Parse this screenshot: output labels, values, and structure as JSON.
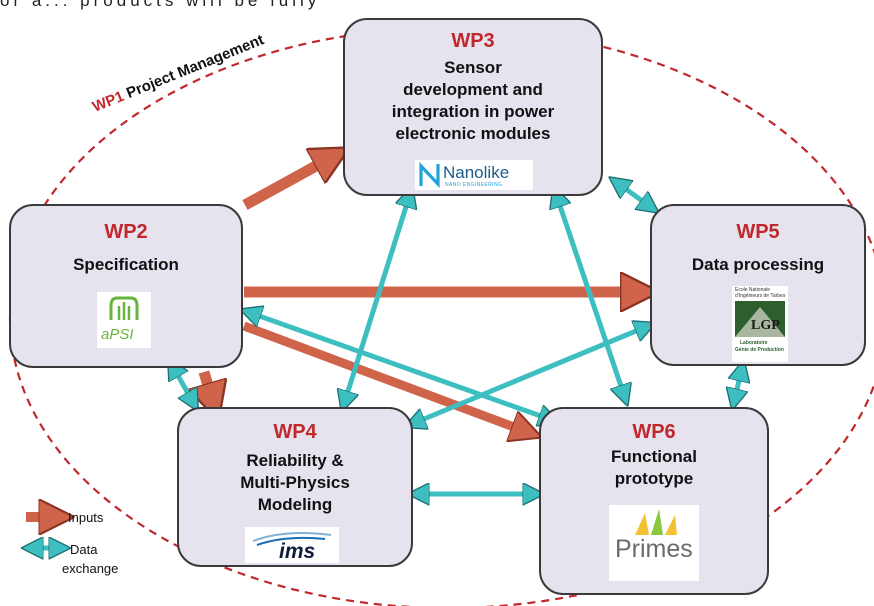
{
  "top_text": "or a... products will be fully",
  "project_management": {
    "wp": "WP1",
    "label": "Project Management"
  },
  "boxes": {
    "wp2": {
      "wp": "WP2",
      "title": "Specification",
      "logo": "aPSI"
    },
    "wp3": {
      "wp": "WP3",
      "title_lines": [
        "Sensor",
        "development and",
        "integration in power",
        "electronic modules"
      ],
      "logo": "Nanolike",
      "logo_sub": "NANO ENGINEERING"
    },
    "wp4": {
      "wp": "WP4",
      "title_lines": [
        "Reliability &",
        "Multi-Physics",
        "Modeling"
      ],
      "logo": "ims"
    },
    "wp5": {
      "wp": "WP5",
      "title": "Data processing",
      "logo_lines": [
        "Ecole Nationale",
        "d'Ingénieurs de Tarbes",
        "Laboratoire",
        "Génie de Production"
      ],
      "logo_mark": "LGP"
    },
    "wp6": {
      "wp": "WP6",
      "title_lines": [
        "Functional",
        "prototype"
      ],
      "logo": "Primes"
    }
  },
  "legend": {
    "inputs": "Inputs",
    "data_exchange_lines": [
      "Data",
      "exchange"
    ]
  },
  "colors": {
    "input_arrow": "#d0644a",
    "data_arrow": "#3dbfc2",
    "wp_red": "#c0282c",
    "box_fill": "#e6e3ef",
    "dashed_ellipse": "#c0282c"
  }
}
